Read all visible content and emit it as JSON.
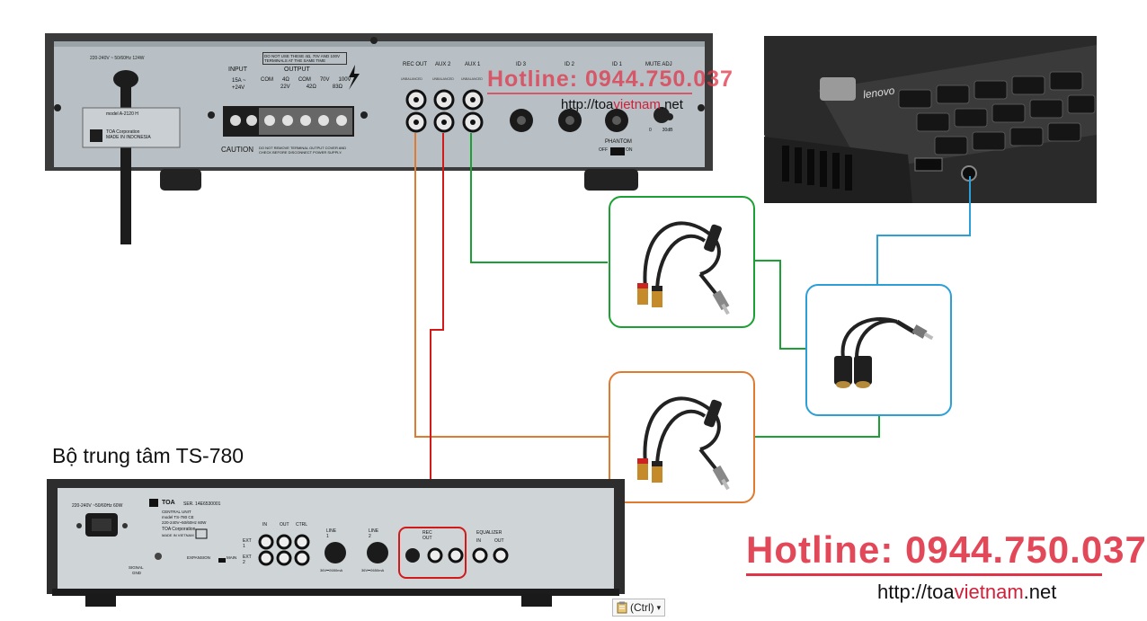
{
  "amplifier": {
    "power_label": "220-240V ~ 50/60Hz 124W",
    "input_label": "INPUT",
    "input_values": [
      "15A ~",
      "+24V"
    ],
    "output_label": "OUTPUT",
    "output_terminals": [
      "COM",
      "4Ω",
      "COM",
      "70V",
      "100V"
    ],
    "output_sub": [
      "22V",
      "42Ω",
      "83Ω"
    ],
    "warning_label": "DO NOT USE THESE 4Ω, 70V AND 100V TERMINALS AT THE SAME TIME",
    "caution_label": "CAUTION",
    "caution_text": "DO NOT REMOVE TERMINAL OUTPUT COVER AND CHECK BEFORE DISCONNECT POWER SUPPLY.",
    "model_text": "model A-2120 H",
    "maker": "TOA Corporation",
    "made_in": "MADE IN INDONESIA",
    "jacks": [
      "REC OUT",
      "AUX 2",
      "AUX 1",
      "ID 3",
      "ID 2",
      "ID 1",
      "MUTE ADJ"
    ],
    "jack_sub": "UNBALANCED",
    "phantom_label": "PHANTOM",
    "phantom_off": "OFF",
    "phantom_on": "ON",
    "mute_scale": [
      "0",
      "30dB"
    ]
  },
  "laptop": {
    "brand": "lenovo"
  },
  "central_unit": {
    "caption": "Bộ trung tâm TS-780",
    "power_label": "220-240V ~50/60Hz 60W",
    "brand": "TOA",
    "serial": "SER. 14E6530001",
    "unit_name": "CENTRAL UNIT",
    "model": "model TS-780 CE",
    "rating": "220-240V~50/60Hz 60W",
    "maker": "TOA Corporation",
    "made_in": "MADE IN VIETNAM",
    "ext_labels": [
      "EXT 1",
      "EXT 2"
    ],
    "ext_cols": [
      "IN",
      "OUT",
      "CTRL"
    ],
    "line_labels": [
      "LINE 1",
      "LINE 2"
    ],
    "line_sub": "36V⎓2650mA",
    "rec_out": "REC OUT",
    "equalizer": "EQUALIZER",
    "eq_cols": [
      "IN",
      "OUT"
    ],
    "expansion": "EXPANSION",
    "main": "MAIN",
    "signal_gnd": [
      "SIGNAL",
      "GND"
    ]
  },
  "watermark_small": {
    "hotline": "Hotline: 0944.750.037",
    "url_pre": "http://toa",
    "url_red": "vietnam",
    "url_post": ".net"
  },
  "watermark_large": {
    "hotline": "Hotline: 0944.750.037",
    "url_pre": "http://toa",
    "url_red": "vietnam",
    "url_post": ".net"
  },
  "paste_button": {
    "label": "(Ctrl)",
    "icon": "clipboard-icon",
    "arrow": "▾"
  },
  "colors": {
    "green": "#1aa033",
    "orange": "#e07a30",
    "red": "#d21a1a",
    "blue": "#2a9fd8",
    "hotline_red": "#e03548"
  }
}
